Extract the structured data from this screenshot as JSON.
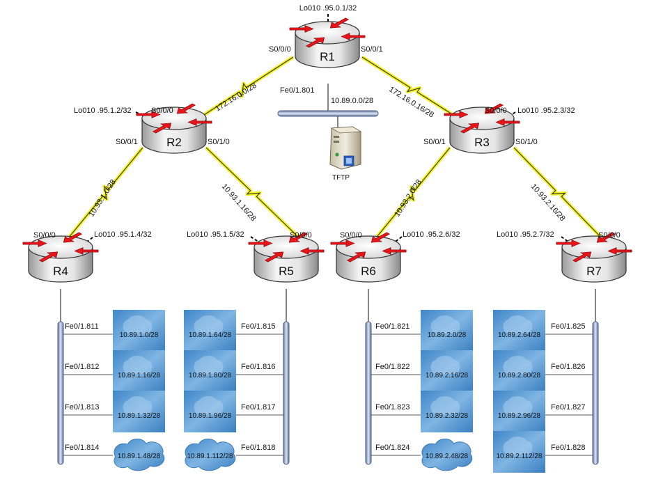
{
  "routers": [
    {
      "id": "R1",
      "name": "R1",
      "loopback": "Lo010 .95.0.1/32"
    },
    {
      "id": "R2",
      "name": "R2",
      "loopback": "Lo010 .95.1.2/32"
    },
    {
      "id": "R3",
      "name": "R3",
      "loopback": "Lo010 .95.2.3/32"
    },
    {
      "id": "R4",
      "name": "R4",
      "loopback": "Lo010 .95.1.4/32"
    },
    {
      "id": "R5",
      "name": "R5",
      "loopback": "Lo010 .95.1.5/32"
    },
    {
      "id": "R6",
      "name": "R6",
      "loopback": "Lo010 .95.2.6/32"
    },
    {
      "id": "R7",
      "name": "R7",
      "loopback": "Lo010 .95.2.7/32"
    }
  ],
  "links": [
    {
      "id": "r1-r2",
      "network": "172.16.0.0/28",
      "a_iface": "S0/0/0",
      "b_iface": "S0/0/0"
    },
    {
      "id": "r1-r3",
      "network": "172.16.0.16/28",
      "a_iface": "S0/0/1",
      "b_iface": "S0/0/0"
    },
    {
      "id": "r2-r4",
      "network": "10.93.1.0/28",
      "a_iface": "S0/0/1",
      "b_iface": "S0/0/0"
    },
    {
      "id": "r2-r5",
      "network": "10.93.1.16/28",
      "a_iface": "S0/1/0",
      "b_iface": "S0/0/0"
    },
    {
      "id": "r3-r6",
      "network": "10.93.2.0/28",
      "a_iface": "S0/0/1",
      "b_iface": "S0/0/0"
    },
    {
      "id": "r3-r7",
      "network": "10.93.2.16/28",
      "a_iface": "S0/1/0",
      "b_iface": "S0/0/0"
    }
  ],
  "r1_lan": {
    "iface": "Fe0/1.801",
    "network": "10.89.0.0/28",
    "server": "TFTP"
  },
  "lans": [
    {
      "router": "R4",
      "ifaces": [
        "Fe0/1.811",
        "Fe0/1.812",
        "Fe0/1.813",
        "Fe0/1.814"
      ],
      "networks": [
        "10.89.1.0/28",
        "10.89.1.16/28",
        "10.89.1.32/28",
        "10.89.1.48/28"
      ]
    },
    {
      "router": "R5",
      "ifaces": [
        "Fe0/1.815",
        "Fe0/1.816",
        "Fe0/1.817",
        "Fe0/1.818"
      ],
      "networks": [
        "10.89.1.64/28",
        "10.89.1.80/28",
        "10.89.1.96/28",
        "10.89.1.112/28"
      ]
    },
    {
      "router": "R6",
      "ifaces": [
        "Fe0/1.821",
        "Fe0/1.822",
        "Fe0/1.823",
        "Fe0/1.824"
      ],
      "networks": [
        "10.89.2.0/28",
        "10.89.2.16/28",
        "10.89.2.32/28",
        "10.89.2.48/28"
      ]
    },
    {
      "router": "R7",
      "ifaces": [
        "Fe0/1.825",
        "Fe0/1.826",
        "Fe0/1.827",
        "Fe0/1.828"
      ],
      "networks": [
        "10.89.2.64/28",
        "10.89.2.80/28",
        "10.89.2.96/28",
        "10.89.2.112/28"
      ]
    }
  ],
  "colors": {
    "serial_glow": "#f2f200",
    "link": "#333333",
    "router_arrow": "#e8151b",
    "bus": "#8fa3c6",
    "cloud": "#4c93cf",
    "loopback": "#000000"
  }
}
